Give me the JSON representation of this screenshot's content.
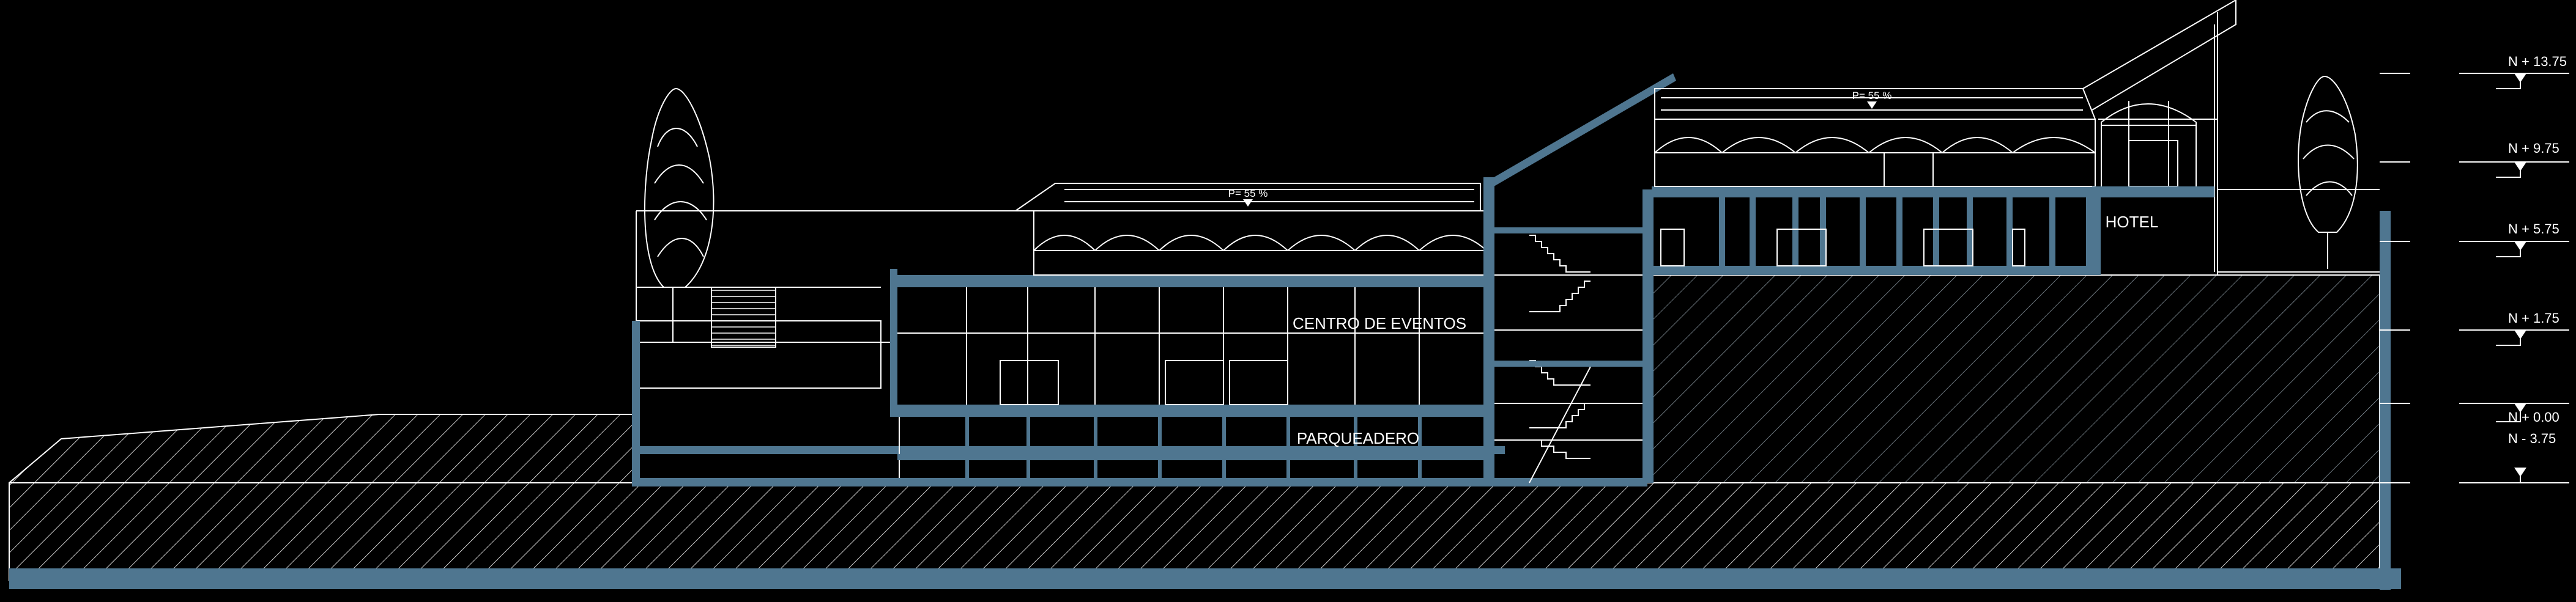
{
  "colors": {
    "background": "#000000",
    "structure": "#4f7690",
    "line": "#ffffff"
  },
  "labels": {
    "centro_eventos": "CENTRO DE EVENTOS",
    "parqueadero": "PARQUEADERO",
    "hotel": "HOTEL",
    "roof_slope_events": "P= 55 %",
    "roof_slope_hotel": "P= 55 %"
  },
  "levels": [
    {
      "id": "n13",
      "label": "N + 13.75"
    },
    {
      "id": "n9",
      "label": "N + 9.75"
    },
    {
      "id": "n5",
      "label": "N + 5.75"
    },
    {
      "id": "n1",
      "label": "N + 1.75"
    },
    {
      "id": "n0",
      "label": "N + 0.00"
    },
    {
      "id": "nm3",
      "label": "N - 3.75"
    }
  ]
}
